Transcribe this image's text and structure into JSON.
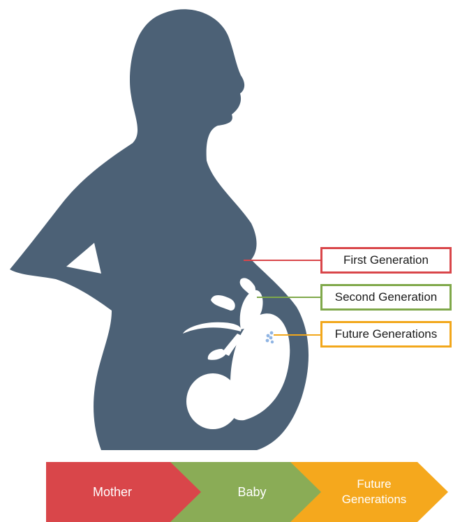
{
  "callouts": {
    "first": {
      "label": "First Generation",
      "color": "#d9464a"
    },
    "second": {
      "label": "Second Generation",
      "color": "#7fa84a"
    },
    "future": {
      "label": "Future Generations",
      "color": "#f2a71b"
    }
  },
  "flow": {
    "mother": {
      "label": "Mother",
      "color": "#d9464a"
    },
    "baby": {
      "label": "Baby",
      "color": "#8aac56"
    },
    "future_line1": "Future",
    "future_line2": "Generations",
    "future_color": "#f5a81d"
  },
  "colors": {
    "silhouette": "#4c6176",
    "egg_cells": "#8fb4e3"
  }
}
